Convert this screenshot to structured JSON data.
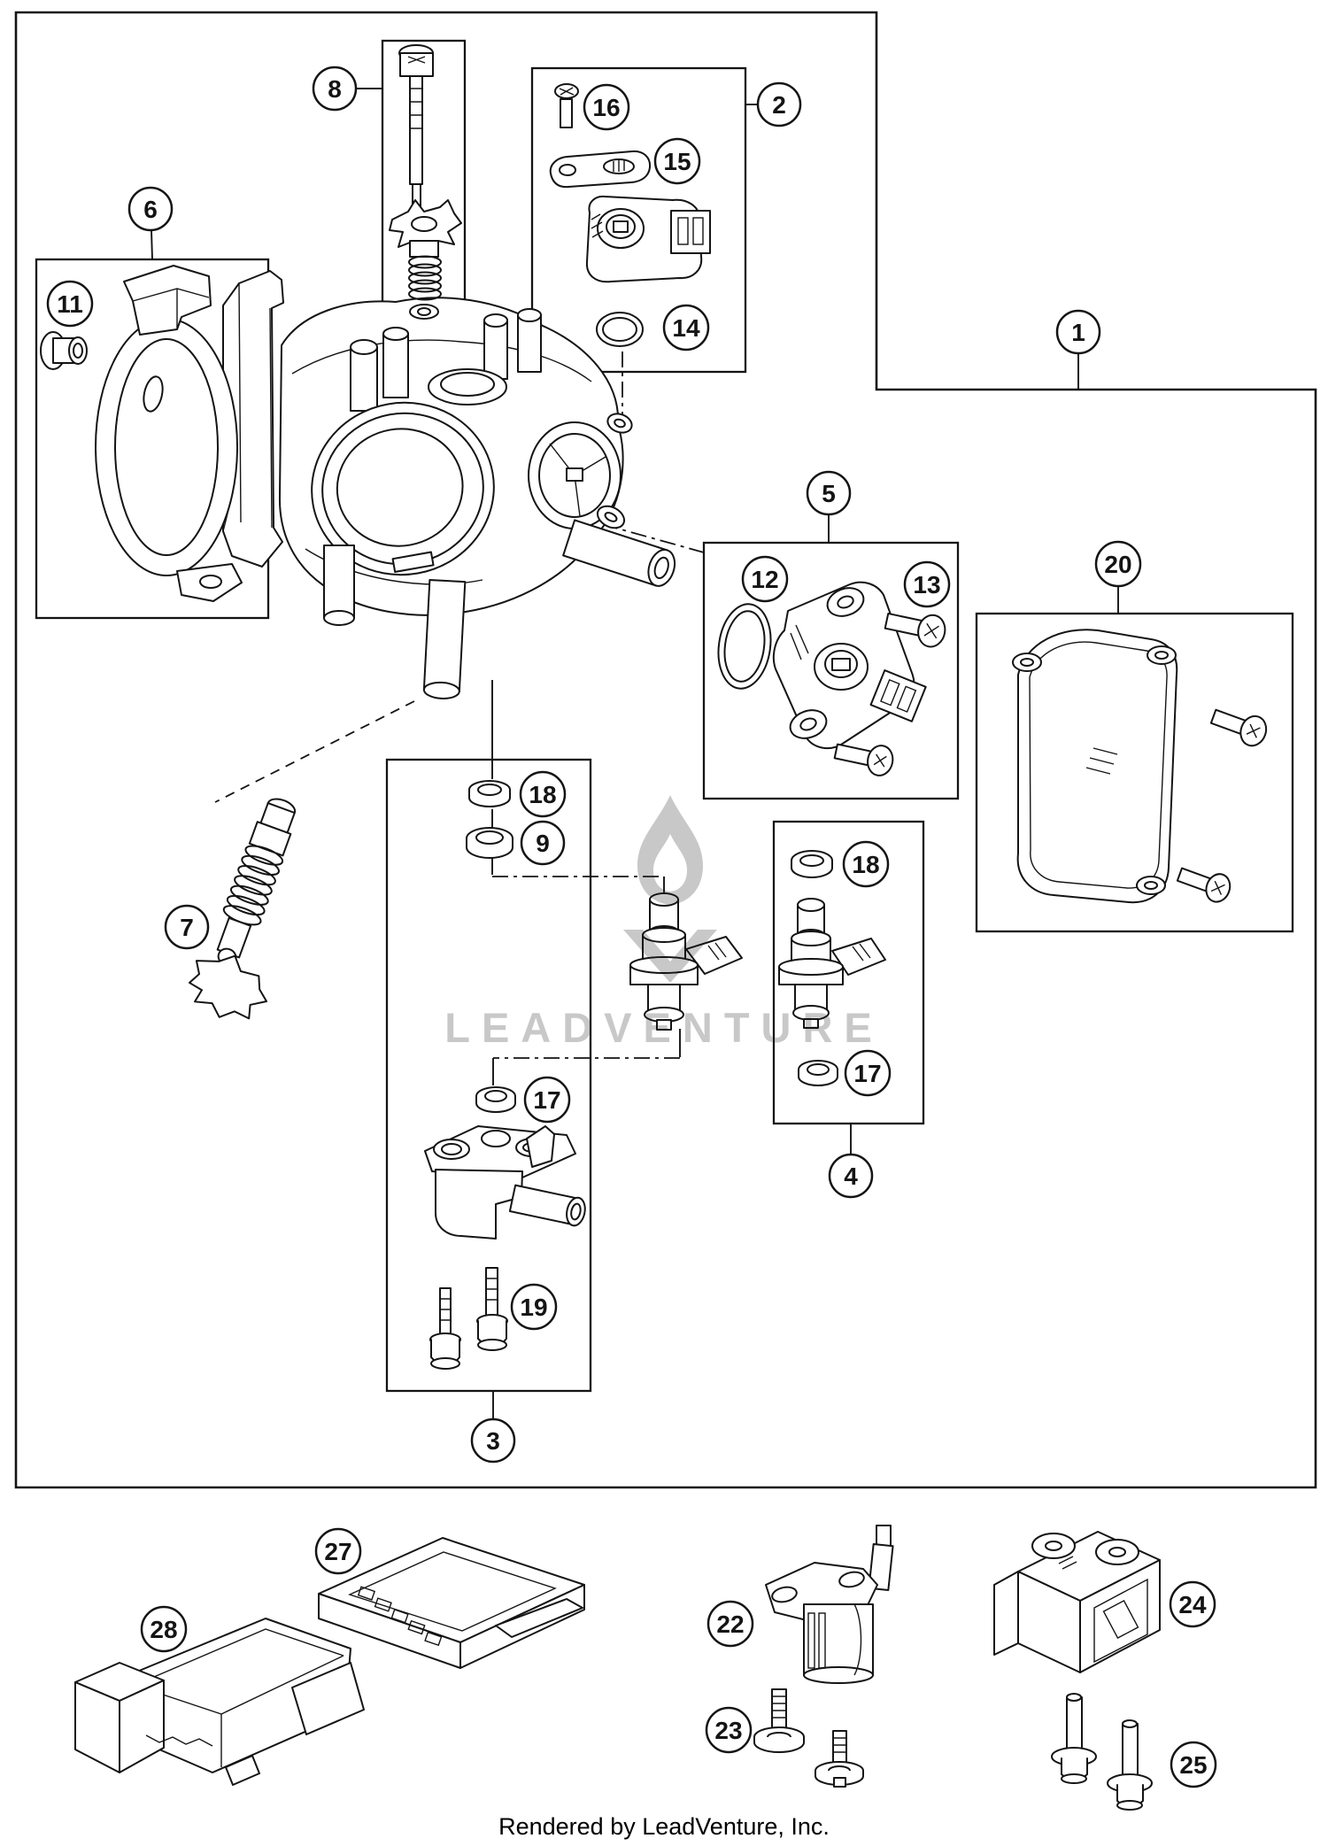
{
  "diagram": {
    "watermark": {
      "icon": "flame-icon",
      "text": "LEADVENTURE"
    },
    "footer": {
      "credit": "Rendered by LeadVenture, Inc."
    },
    "colors": {
      "line": "#141414",
      "background": "#ffffff",
      "watermark": "#c8c8c8"
    },
    "callouts": [
      {
        "label": "1"
      },
      {
        "label": "2"
      },
      {
        "label": "3"
      },
      {
        "label": "4"
      },
      {
        "label": "5"
      },
      {
        "label": "6"
      },
      {
        "label": "7"
      },
      {
        "label": "8"
      },
      {
        "label": "9"
      },
      {
        "label": "11"
      },
      {
        "label": "12"
      },
      {
        "label": "13"
      },
      {
        "label": "14"
      },
      {
        "label": "15"
      },
      {
        "label": "16"
      },
      {
        "label": "17"
      },
      {
        "label": "17"
      },
      {
        "label": "18"
      },
      {
        "label": "18"
      },
      {
        "label": "19"
      },
      {
        "label": "20"
      },
      {
        "label": "22"
      },
      {
        "label": "23"
      },
      {
        "label": "24"
      },
      {
        "label": "25"
      },
      {
        "label": "27"
      },
      {
        "label": "28"
      }
    ]
  }
}
